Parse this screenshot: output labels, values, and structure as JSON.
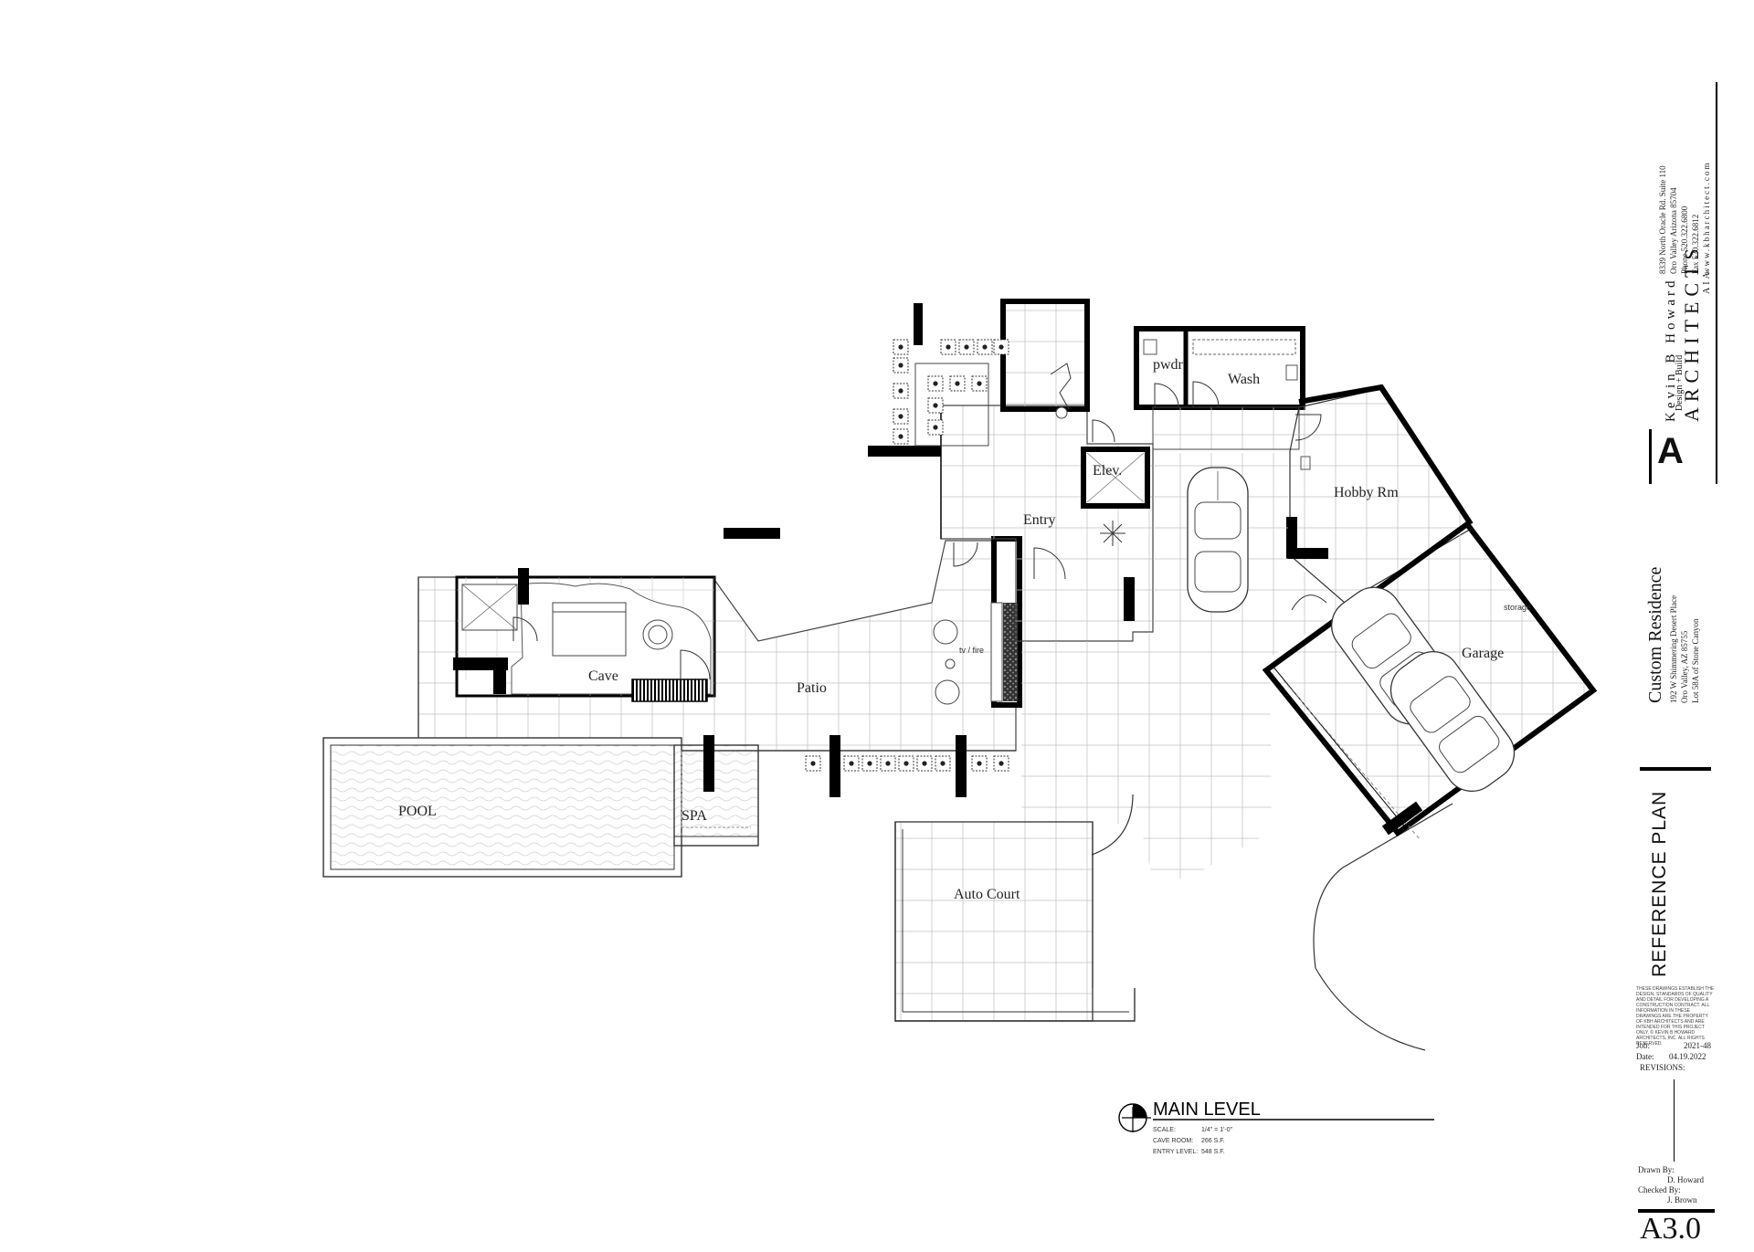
{
  "rooms": {
    "entry": "Entry",
    "elev": "Elev.",
    "pwdr": "pwdr",
    "wash": "Wash",
    "hobby": "Hobby Rm",
    "garage": "Garage",
    "storage": "storage",
    "cave": "Cave",
    "patio": "Patio",
    "tv_fire": "tv / fire",
    "pool": "POOL",
    "spa": "SPA",
    "auto_court": "Auto Court"
  },
  "drawing_title": {
    "title": "MAIN LEVEL",
    "scale_label": "SCALE:",
    "scale_value": "1/4\" = 1'-0\"",
    "cave_room_label": "CAVE ROOM:",
    "cave_room_value": "266 S.F.",
    "entry_level_label": "ENTRY LEVEL:",
    "entry_level_value": "548 S.F."
  },
  "title_block": {
    "firm_name": "Kevin B Howard",
    "firm_type": "ARCHITECTS",
    "firm_tagline": "Design + Build",
    "firm_suffix": "AIA",
    "address_line1": "8339 North Oracle Rd. Suite 110",
    "address_line2": "Oro Valley  Arizona  85704",
    "phone": "Phone     520.322.6800",
    "fax": "Fax       520.322.6812",
    "website": "www.kbharchitect.com",
    "project_title": "Custom Residence",
    "project_address": "192 W Shimmering Desert Place",
    "project_city": "Oro Valley, AZ 85755",
    "project_lot": "Lot 58A of Stone Canyon",
    "sheet_title": "REFERENCE PLAN",
    "copyright_note": "THESE DRAWINGS ESTABLISH THE DESIGN, STANDARDS OF QUALITY AND DETAIL FOR DEVELOPING A CONSTRUCTION CONTRACT. ALL INFORMATION IN THESE DRAWINGS ARE THE PROPERTY OF KBH ARCHITECTS AND ARE INTENDED FOR THIS PROJECT ONLY. © KEVIN B HOWARD ARCHITECTS, INC. ALL RIGHTS RESERVED.",
    "job_label": "Job:",
    "job_value": "2021-48",
    "date_label": "Date:",
    "date_value": "04.19.2022",
    "revisions_label": "REVISIONS:",
    "drawn_by_label": "Drawn By:",
    "drawn_by_value": "D. Howard",
    "checked_by_label": "Checked By:",
    "checked_by_value": "J. Brown",
    "sheet_number": "A3.0"
  }
}
